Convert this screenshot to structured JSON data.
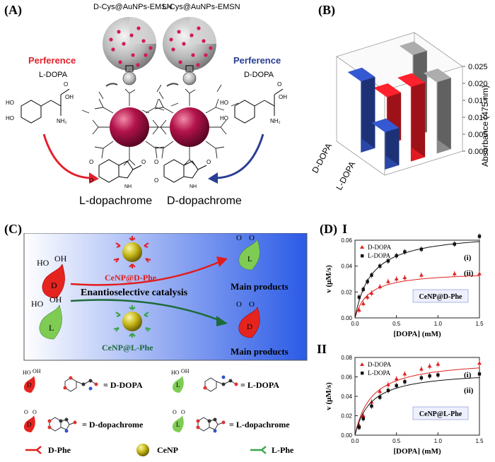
{
  "panel_a": {
    "label": "(A)",
    "left_particle": "D-Cys@AuNPs-EMSN",
    "right_particle": "L-Cys@AuNPs-EMSN",
    "left_pref": "Perference",
    "left_pref_sub": "L-DOPA",
    "right_pref": "Perference",
    "right_pref_sub": "D-DOPA",
    "left_product": "L-dopachrome",
    "right_product": "D-dopachrome",
    "colors": {
      "red": "#e3212b",
      "blue": "#2a3e93",
      "particle": "#b3134b"
    }
  },
  "panel_b": {
    "label": "(B)",
    "ylabel": "Absorbance (475 nm)",
    "ticks": [
      "0.000",
      "0.005",
      "0.010",
      "0.015",
      "0.020",
      "0.025"
    ],
    "row_labels": [
      "D-DOPA",
      "L-DOPA"
    ]
  },
  "panel_c": {
    "label": "(C)",
    "top_catalyst": "CeNP@D-Phe",
    "bottom_catalyst": "CeNP@L-Phe",
    "center_text": "Enantioselective catalysis",
    "top_product": "Main products",
    "bottom_product": "Main products",
    "mol_letters": {
      "d": "D",
      "l": "L"
    },
    "oh": "OH",
    "ho": "HO",
    "o": "O",
    "legend": {
      "d_dopa": "= D-DOPA",
      "l_dopa": "= L-DOPA",
      "d_dopachrome": "= D-dopachrome",
      "l_dopachrome": "= L-dopachrome",
      "d_phe": "D-Phe",
      "cenp": "CeNP",
      "l_phe": "L-Phe"
    }
  },
  "panel_d": {
    "label": "(D)",
    "charts": [
      {
        "roman": "I",
        "box_label": "CeNP@D-Phe",
        "curve_labels": [
          "(i)",
          "(ii)"
        ]
      },
      {
        "roman": "II",
        "box_label": "CeNP@L-Phe",
        "curve_labels": [
          "(i)",
          "(ii)"
        ]
      }
    ]
  },
  "chart_data": [
    {
      "type": "bar",
      "title": "",
      "ylabel": "Absorbance (475 nm)",
      "ylim": [
        0,
        0.025
      ],
      "categories": [
        "D-DOPA",
        "L-DOPA"
      ],
      "series": [
        {
          "color": "#2a47a8",
          "values": [
            0.021,
            0.011
          ]
        },
        {
          "color": "#e01a22",
          "values": [
            0.014,
            0.022
          ]
        },
        {
          "color": "#8a8a8a",
          "values": [
            0.024,
            0.021
          ]
        }
      ]
    },
    {
      "type": "scatter",
      "xlabel": "[DOPA] (mM)",
      "ylabel": "v (μM/s)",
      "xlim": [
        0,
        1.5
      ],
      "ylim": [
        0,
        0.06
      ],
      "xticks": [
        "0.0",
        "0.5",
        "1.0",
        "1.5"
      ],
      "yticks": [
        "0.00",
        "0.02",
        "0.04",
        "0.06"
      ],
      "series": [
        {
          "name": "D-DOPA",
          "color": "#e02020",
          "marker": "triangle",
          "x": [
            0.05,
            0.1,
            0.15,
            0.2,
            0.3,
            0.4,
            0.5,
            0.6,
            0.8,
            1.2,
            1.5
          ],
          "y": [
            0.006,
            0.011,
            0.016,
            0.019,
            0.024,
            0.028,
            0.03,
            0.031,
            0.033,
            0.034,
            0.034
          ]
        },
        {
          "name": "L-DOPA",
          "color": "#111111",
          "marker": "square",
          "x": [
            0.05,
            0.1,
            0.15,
            0.2,
            0.3,
            0.4,
            0.5,
            0.6,
            0.8,
            1.2,
            1.5
          ],
          "y": [
            0.016,
            0.022,
            0.028,
            0.033,
            0.04,
            0.044,
            0.048,
            0.051,
            0.053,
            0.057,
            0.063
          ]
        }
      ]
    },
    {
      "type": "scatter",
      "xlabel": "[DOPA] (mM)",
      "ylabel": "v (μM/s)",
      "xlim": [
        0,
        1.5
      ],
      "ylim": [
        0,
        0.08
      ],
      "xticks": [
        "0.0",
        "0.5",
        "1.0",
        "1.5"
      ],
      "yticks": [
        "0.00",
        "0.02",
        "0.04",
        "0.06",
        "0.08"
      ],
      "series": [
        {
          "name": "D-DOPA",
          "color": "#e02020",
          "marker": "triangle",
          "x": [
            0.05,
            0.1,
            0.2,
            0.3,
            0.4,
            0.5,
            0.6,
            0.8,
            0.9,
            1.0,
            1.5
          ],
          "y": [
            0.01,
            0.02,
            0.034,
            0.045,
            0.052,
            0.058,
            0.063,
            0.068,
            0.071,
            0.073,
            0.074
          ]
        },
        {
          "name": "L-DOPA",
          "color": "#111111",
          "marker": "square",
          "x": [
            0.05,
            0.1,
            0.2,
            0.3,
            0.4,
            0.5,
            0.6,
            0.8,
            0.9,
            1.0,
            1.5
          ],
          "y": [
            0.008,
            0.017,
            0.03,
            0.039,
            0.046,
            0.051,
            0.055,
            0.059,
            0.061,
            0.062,
            0.063
          ]
        }
      ]
    }
  ]
}
